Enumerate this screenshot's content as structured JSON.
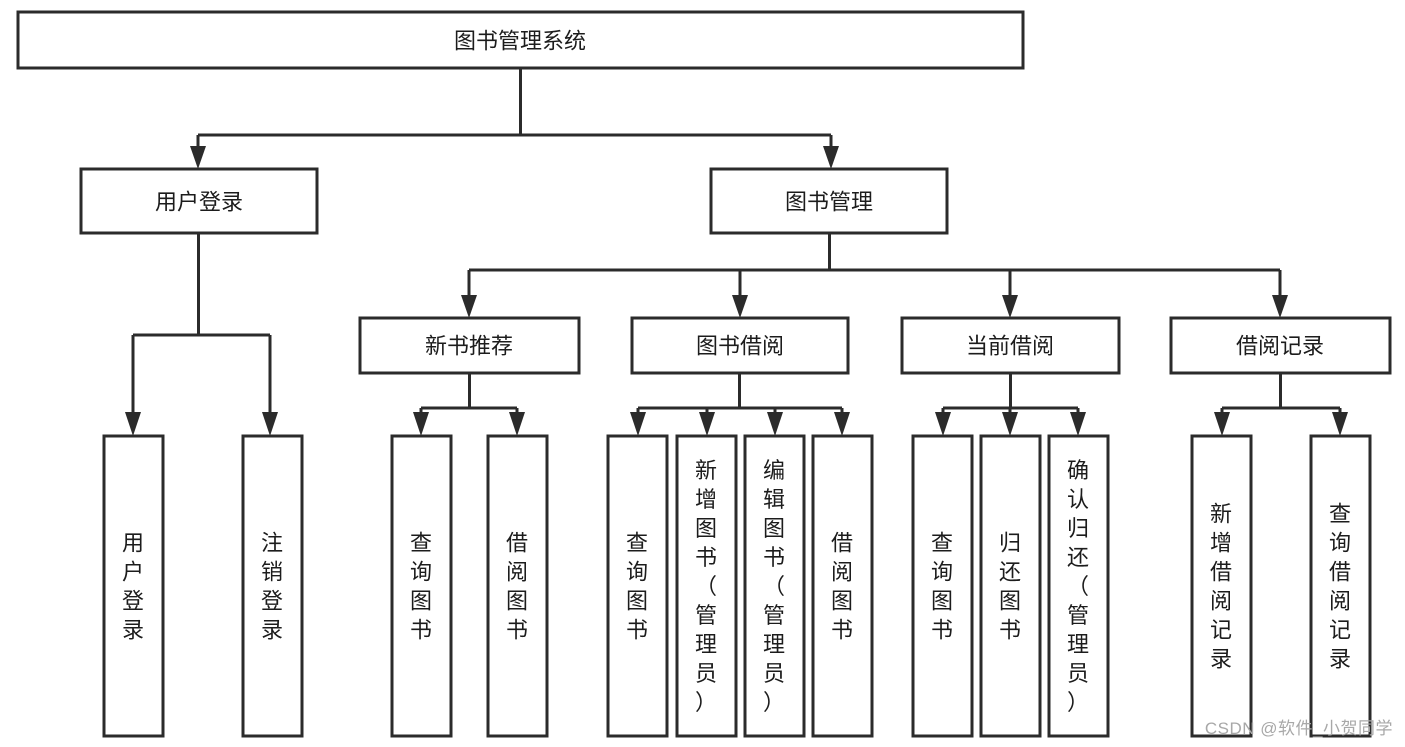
{
  "diagram": {
    "type": "tree-hierarchy",
    "title": "图书管理系统",
    "watermark": "CSDN @软件_小贺同学",
    "colors": {
      "stroke": "#2b2b2b",
      "fill": "#ffffff",
      "text": "#1c1c1c",
      "watermark": "#a8a8a8"
    },
    "root": {
      "label": "图书管理系统",
      "orientation": "horizontal"
    },
    "level2": [
      {
        "label": "用户登录",
        "orientation": "horizontal"
      },
      {
        "label": "图书管理",
        "orientation": "horizontal"
      }
    ],
    "level3": [
      {
        "label": "新书推荐",
        "orientation": "horizontal"
      },
      {
        "label": "图书借阅",
        "orientation": "horizontal"
      },
      {
        "label": "当前借阅",
        "orientation": "horizontal"
      },
      {
        "label": "借阅记录",
        "orientation": "horizontal"
      }
    ],
    "leaves": {
      "user_login": [
        {
          "label": "用户登录",
          "orientation": "vertical"
        },
        {
          "label": "注销登录",
          "orientation": "vertical"
        }
      ],
      "new_book_recommend": [
        {
          "label": "查询图书",
          "orientation": "vertical"
        },
        {
          "label": "借阅图书",
          "orientation": "vertical"
        }
      ],
      "book_borrow": [
        {
          "label": "查询图书",
          "orientation": "vertical"
        },
        {
          "label": "新增图书（管理员）",
          "orientation": "vertical"
        },
        {
          "label": "编辑图书（管理员）",
          "orientation": "vertical"
        },
        {
          "label": "借阅图书",
          "orientation": "vertical"
        }
      ],
      "current_borrow": [
        {
          "label": "查询图书",
          "orientation": "vertical"
        },
        {
          "label": "归还图书",
          "orientation": "vertical"
        },
        {
          "label": "确认归还（管理员）",
          "orientation": "vertical"
        }
      ],
      "borrow_record": [
        {
          "label": "新增借阅记录",
          "orientation": "vertical"
        },
        {
          "label": "查询借阅记录",
          "orientation": "vertical"
        }
      ]
    }
  }
}
